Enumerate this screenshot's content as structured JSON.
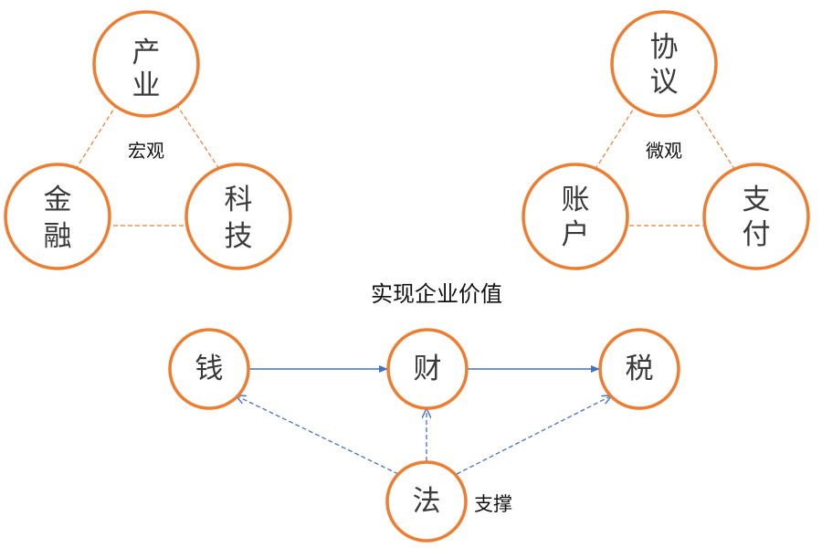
{
  "colors": {
    "node_stroke": "#ED7D31",
    "dashed_line": "#ED7D31",
    "arrow_solid": "#4472C4",
    "arrow_dashed": "#4472C4"
  },
  "macro": {
    "center_label": "宏观",
    "top": [
      "产",
      "业"
    ],
    "left": [
      "金",
      "融"
    ],
    "right": [
      "科",
      "技"
    ]
  },
  "micro": {
    "center_label": "微观",
    "top": [
      "协",
      "议"
    ],
    "left": [
      "账",
      "户"
    ],
    "right": [
      "支",
      "付"
    ]
  },
  "value": {
    "title": "实现企业价值",
    "nodes": [
      "钱",
      "财",
      "税"
    ],
    "base": "法",
    "base_label": "支撑"
  }
}
